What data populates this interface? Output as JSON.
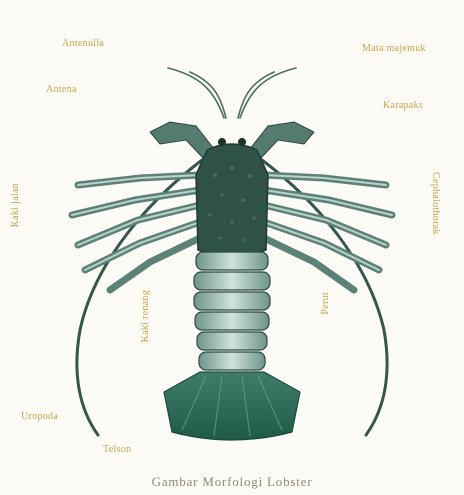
{
  "labels": {
    "antennula": "Antenulla",
    "antenna": "Antena",
    "compound_eye": "Mata majemuk",
    "carapace": "Karapaks",
    "cephalothorax": "Cephalothorak",
    "walking_legs": "Kaki jalan",
    "swimming_legs": "Kaki renang",
    "abdomen": "Perut",
    "uropoda": "Uropoda",
    "telson": "Telson"
  },
  "caption": "Gambar Morfologi Lobster",
  "colors": {
    "label": "#c9a449",
    "caption": "#8e8a7a",
    "body_dark": "#2b4a40",
    "body_light": "#a9c7bf",
    "tail": "#2e6e5a"
  }
}
